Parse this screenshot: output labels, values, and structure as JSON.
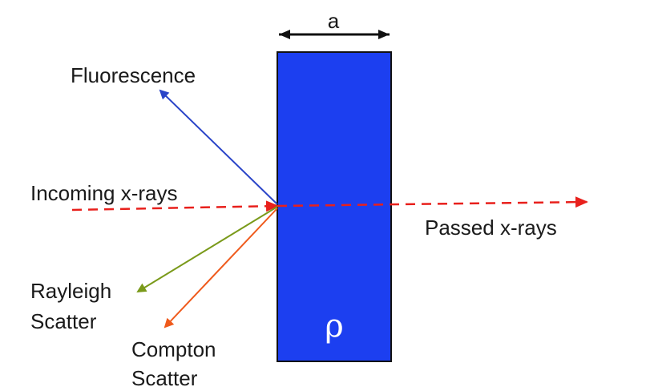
{
  "labels": {
    "thickness": "a",
    "density": "ρ",
    "fluorescence": "Fluorescence",
    "incoming": "Incoming x-rays",
    "passed": "Passed x-rays",
    "rayleigh_line1": "Rayleigh",
    "rayleigh_line2": "Scatter",
    "compton_line1": "Compton",
    "compton_line2": "Scatter"
  },
  "colors": {
    "sample": "#1c3ff0",
    "sample_border": "#111111",
    "incoming": "#e8201c",
    "fluorescence": "#2a44c8",
    "rayleigh": "#7a9a1a",
    "compton": "#ef5a1c",
    "dimension": "#111111"
  },
  "icons": {
    "beam_head": "arrowhead",
    "dimension_ends": "double-arrowhead"
  }
}
